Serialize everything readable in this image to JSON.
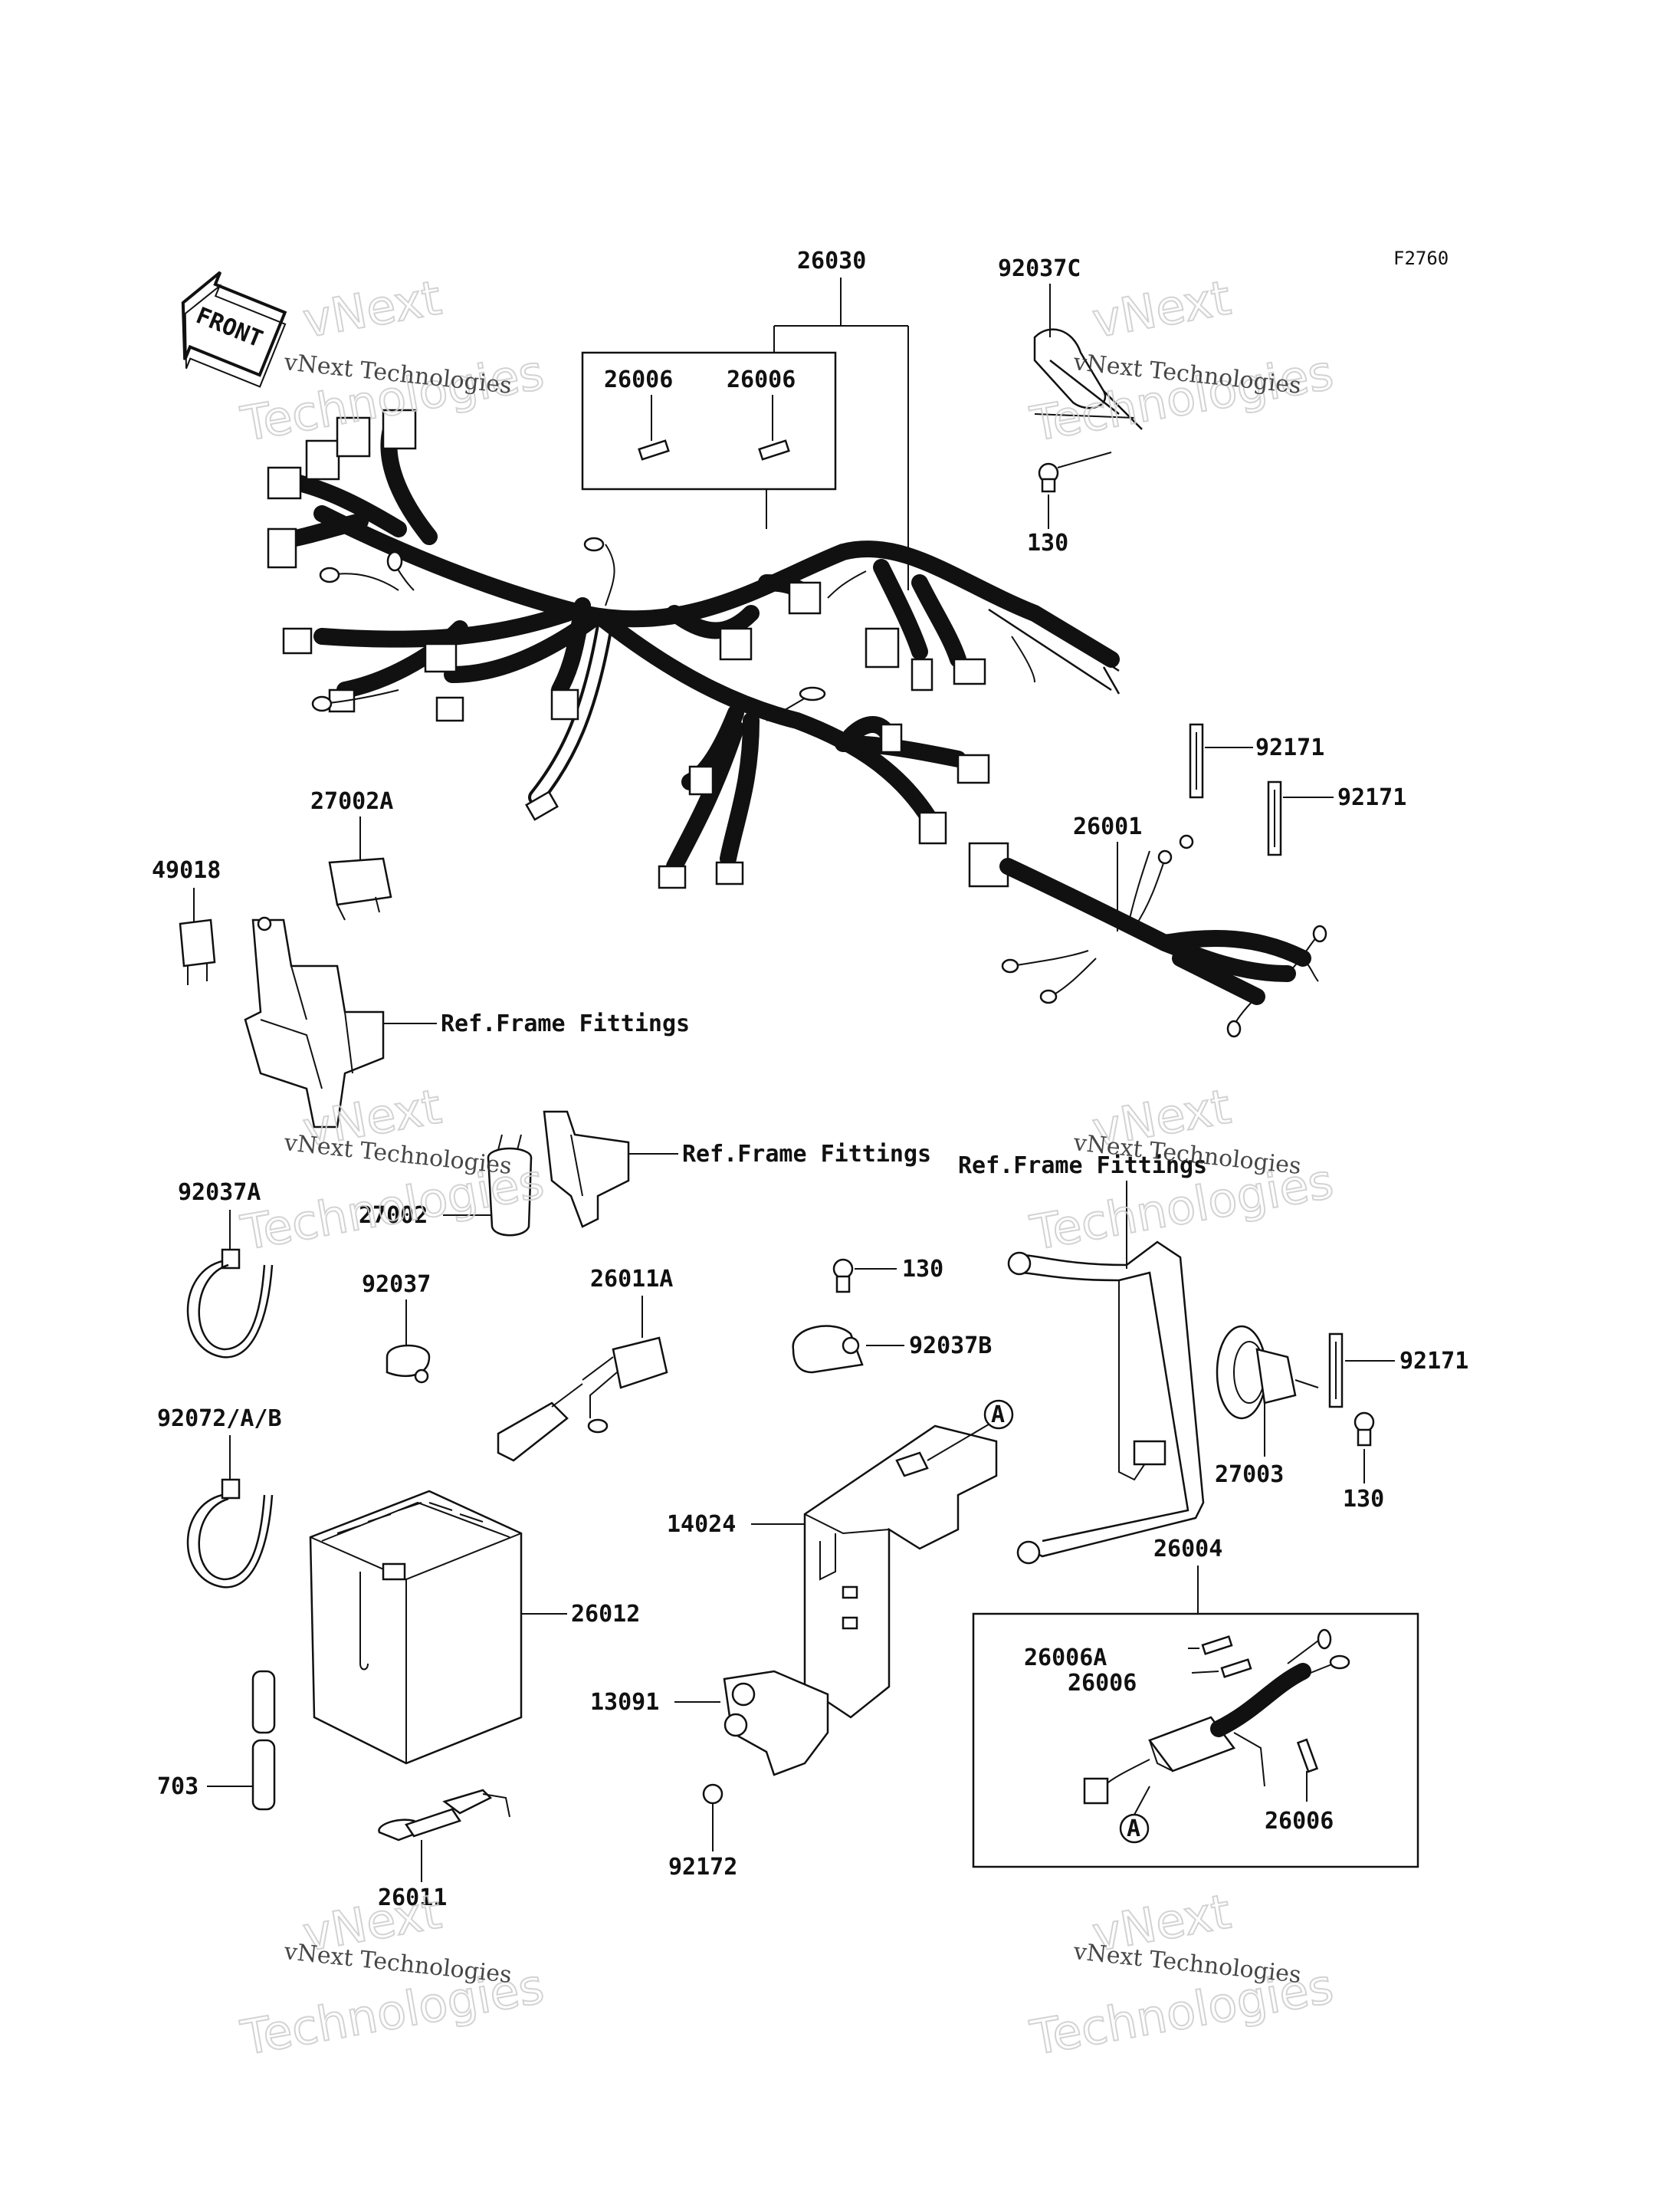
{
  "diagram_code": "F2760",
  "front_label": "FRONT",
  "watermark": {
    "line1": "vNext Technologies",
    "line2": "vNext",
    "line3": "Technologies"
  },
  "labels": {
    "p26030": "26030",
    "p26006_a": "26006",
    "p26006_b": "26006",
    "p92037C": "92037C",
    "p130_top": "130",
    "p92171_a": "92171",
    "p92171_b": "92171",
    "p26001": "26001",
    "p27002A": "27002A",
    "p49018": "49018",
    "ref_frame_1": "Ref.Frame Fittings",
    "ref_frame_2": "Ref.Frame Fittings",
    "ref_frame_3": "Ref.Frame Fittings",
    "p92037A": "92037A",
    "p27002": "27002",
    "p92037": "92037",
    "p26011A": "26011A",
    "p130_mid": "130",
    "p92037B": "92037B",
    "p92171_c": "92171",
    "p27003": "27003",
    "p130_right": "130",
    "p92072": "92072/A/B",
    "p14024": "14024",
    "p26012": "26012",
    "p26004": "26004",
    "p26006A": "26006A",
    "p26006_c": "26006",
    "p13091": "13091",
    "p26006_d": "26006",
    "p703": "703",
    "p92172": "92172",
    "p26011": "26011",
    "callout_a1": "A",
    "callout_a2": "A"
  }
}
